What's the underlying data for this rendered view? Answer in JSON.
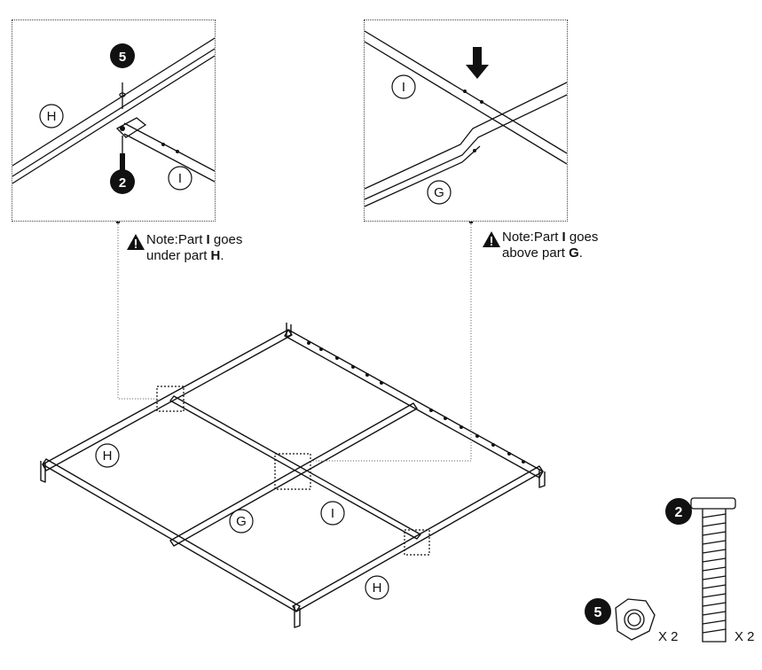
{
  "labels": {
    "part_h": "H",
    "part_i": "I",
    "part_g": "G",
    "callout_bolt": "2",
    "callout_nut": "5"
  },
  "notes": {
    "left": {
      "prefix": "Note:Part ",
      "part1": "I",
      "mid": " goes",
      "line2a": "under part ",
      "part2": "H",
      "end": "."
    },
    "right": {
      "prefix": "Note:Part ",
      "part1": "I",
      "mid": " goes",
      "line2a": "above part ",
      "part2": "G",
      "end": "."
    }
  },
  "hardware": {
    "nut_qty": "X 2",
    "bolt_qty": "X 2"
  },
  "colors": {
    "ink": "#111111",
    "callout_fill": "#111111",
    "callout_text": "#ffffff"
  }
}
